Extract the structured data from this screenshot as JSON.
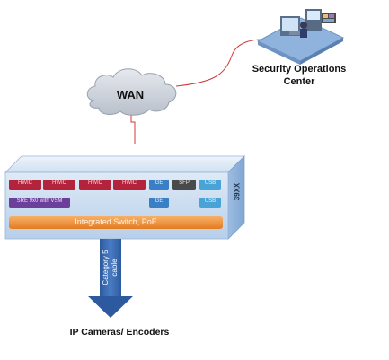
{
  "soc": {
    "label_line1": "Security Operations",
    "label_line2": "Center"
  },
  "wan": {
    "label": "WAN"
  },
  "router": {
    "model": "39XX",
    "modules": {
      "hwic_1": "HWIC",
      "hwic_2": "HWIC",
      "hwic_3": "HWIC",
      "hwic_4": "HWIC",
      "ge_top": "GE",
      "sfp": "SFP",
      "usb_top": "USB",
      "sre": "SRE 9x0 with VSM",
      "ge_bottom": "GE",
      "usb_bottom": "USB"
    },
    "switch_bar": "Integrated Switch, PoE"
  },
  "cable": {
    "line1": "Category 5",
    "line2": "cable"
  },
  "endpoints": {
    "label": "IP Cameras/ Encoders"
  },
  "colors": {
    "chassis_top": "#bcd6f0",
    "chassis_front": "#c8dcf2",
    "hwic": "#b3243c",
    "ge": "#3a7fc4",
    "sfp": "#4a4a4a",
    "usb": "#4aa3d6",
    "sre": "#6b3f9a",
    "switch_bar": "#f0913a",
    "arrow": "#2e5fa8",
    "link": "#d23a3a"
  }
}
